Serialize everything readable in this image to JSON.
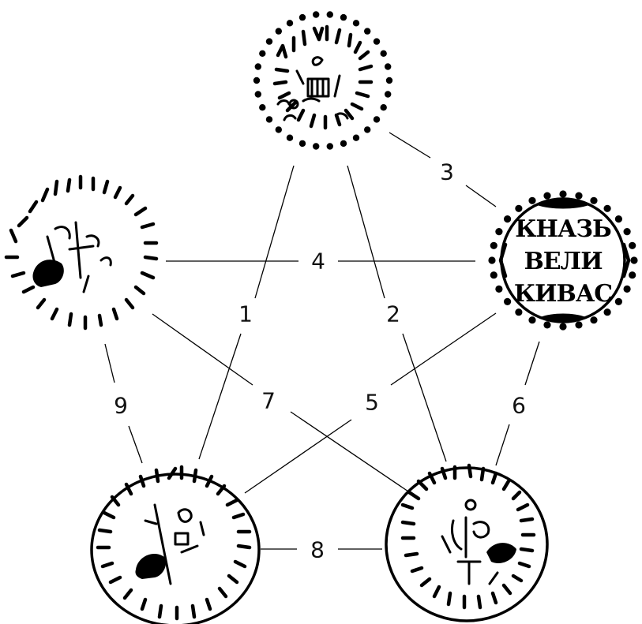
{
  "edges": [
    {
      "id": "1",
      "label": "1"
    },
    {
      "id": "2",
      "label": "2"
    },
    {
      "id": "3",
      "label": "3"
    },
    {
      "id": "4",
      "label": "4"
    },
    {
      "id": "5",
      "label": "5"
    },
    {
      "id": "6",
      "label": "6"
    },
    {
      "id": "7",
      "label": "7"
    },
    {
      "id": "8",
      "label": "8"
    },
    {
      "id": "9",
      "label": "9"
    }
  ],
  "seals": {
    "right": {
      "lines": [
        "КНАЗЬ",
        "ВЕЛИ",
        "КИВАС"
      ]
    }
  }
}
